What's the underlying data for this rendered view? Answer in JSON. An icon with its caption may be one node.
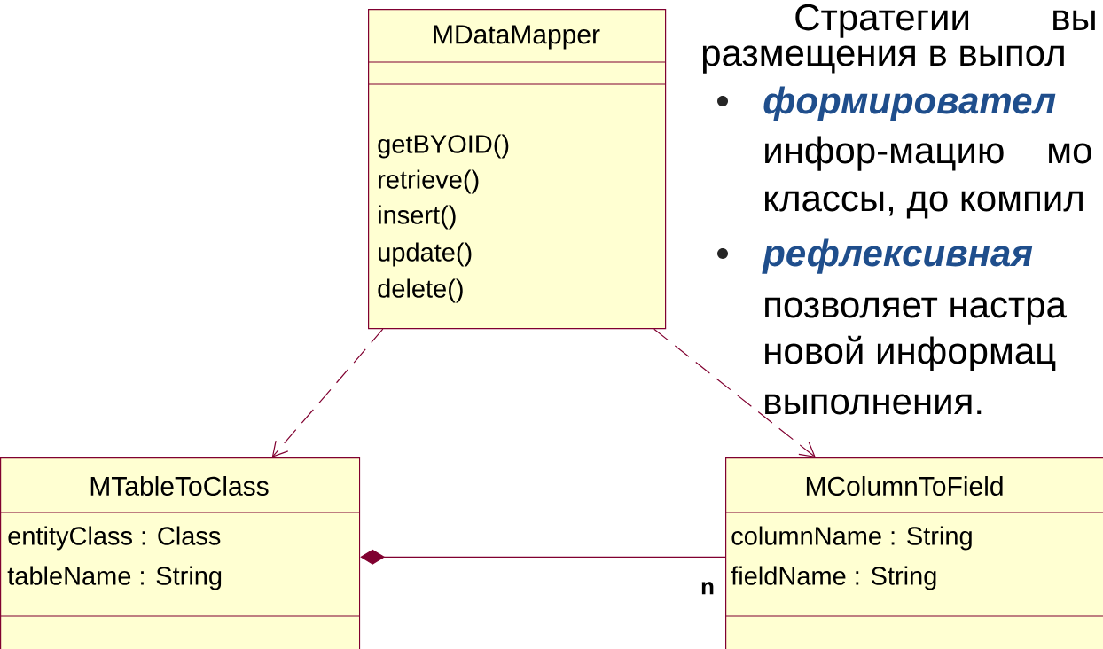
{
  "diagram": {
    "nodes": [
      {
        "text": [
          "MDataMapper",
          "getBYOID()",
          "retrieve()",
          "insert()",
          "update()",
          "delete()"
        ]
      },
      {
        "text": [
          "MTableToClass",
          "entityClass : Class",
          "tableName : String"
        ]
      },
      {
        "text": [
          "MColumnToField",
          "columnName : String",
          "fieldName : String"
        ]
      }
    ],
    "edges": [
      {
        "from": 0,
        "to": 1,
        "arrow": "to",
        "style": "dashed"
      },
      {
        "from": 0,
        "to": 2,
        "arrow": "to",
        "style": "dashed"
      },
      {
        "from": 1,
        "to": 2,
        "arrow": "other",
        "label": "n"
      }
    ],
    "labels": [
      "Стратегии",
      "вы",
      "размещения в выпол",
      "формировател",
      "инфор-мацию",
      "мо",
      "классы, до компил",
      "рефлексивная",
      "позволяет настра",
      "новой информац",
      "выполнения."
    ]
  }
}
